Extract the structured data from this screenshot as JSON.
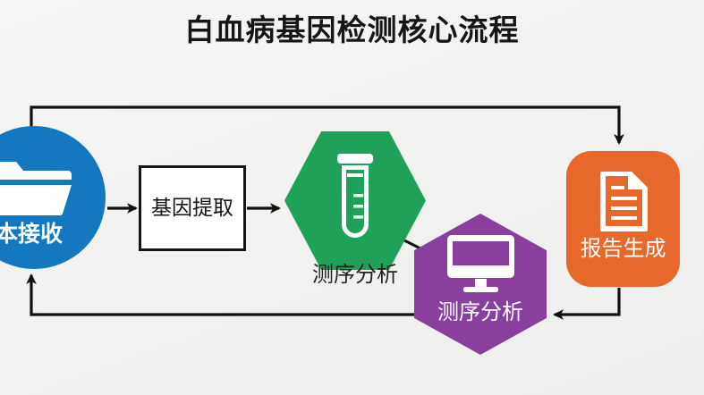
{
  "title": "白血病基因检测核心流程",
  "colors": {
    "background": "#f2f2f0",
    "blue": "#1378bf",
    "green": "#1fa159",
    "purple": "#8a3e9e",
    "orange": "#e8682c",
    "line": "#111111",
    "title_text": "#161616"
  },
  "nodes": {
    "sample_receipt": {
      "label": "样本接收",
      "icon": "folder-icon",
      "shape": "circle",
      "color": "#1378bf"
    },
    "gene_extraction": {
      "label": "基因提取",
      "shape": "rectangle",
      "color": "#ffffff"
    },
    "sequencing": {
      "label": "测序分析",
      "icon": "test-tube-icon",
      "shape": "hexagon",
      "color": "#1fa159"
    },
    "analysis": {
      "label": "测序分析",
      "icon": "monitor-icon",
      "shape": "hexagon",
      "color": "#8a3e9e"
    },
    "report": {
      "label": "报告生成",
      "icon": "document-icon",
      "shape": "rounded-rectangle",
      "color": "#e8682c"
    }
  }
}
